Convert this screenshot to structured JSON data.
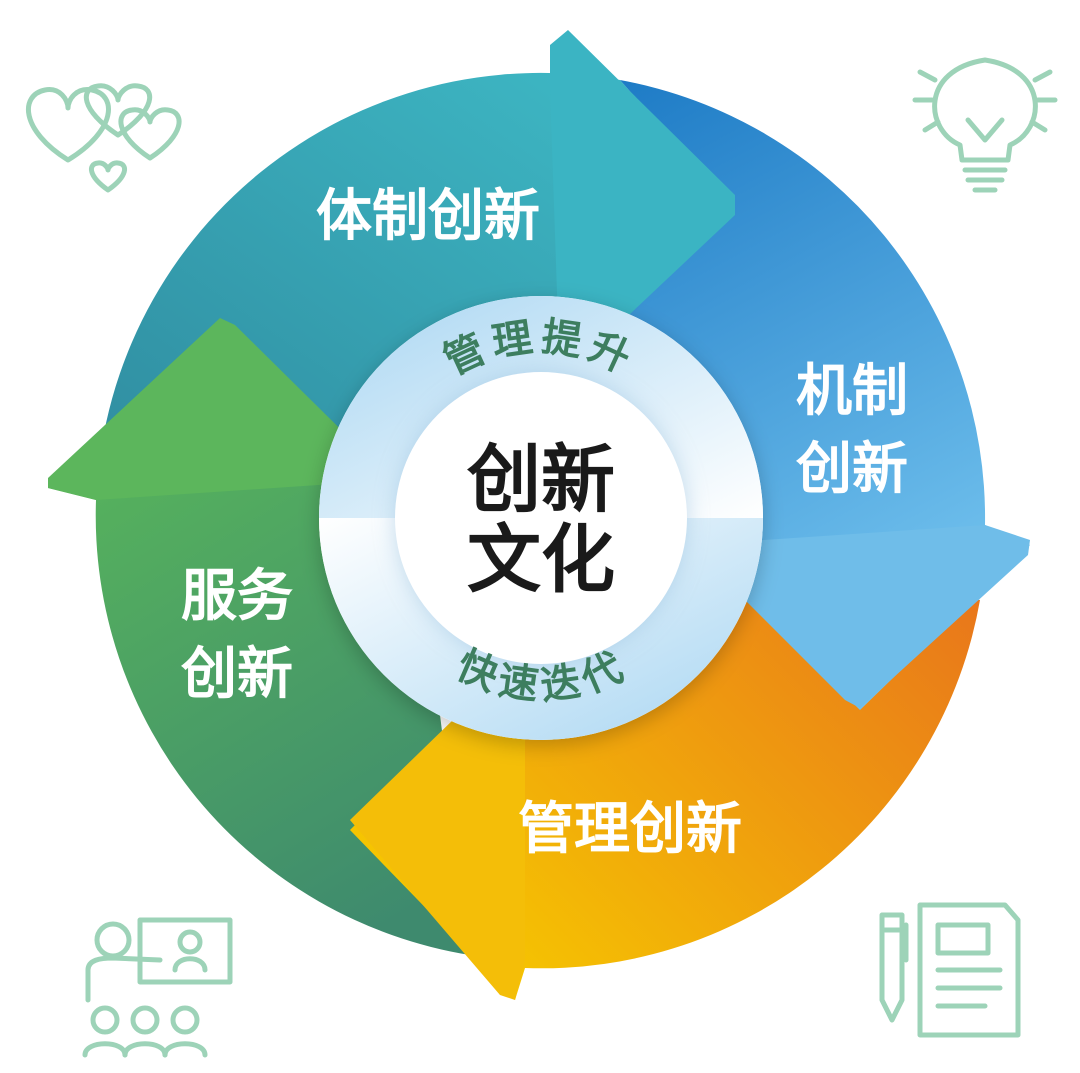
{
  "center": {
    "line1": "创新",
    "line2": "文化"
  },
  "ring": {
    "top": "管理提升",
    "bottom": "快速迭代"
  },
  "segments": {
    "system": {
      "label": "体制创新"
    },
    "mechanism": {
      "line1": "机制",
      "line2": "创新"
    },
    "management": {
      "label": "管理创新"
    },
    "service": {
      "line1": "服务",
      "line2": "创新"
    }
  },
  "colors": {
    "system": [
      "#2f8fa0",
      "#3fb6c4"
    ],
    "mechanism": [
      "#1f82c8",
      "#6fc0ef"
    ],
    "management": [
      "#f5c400",
      "#ea7a18"
    ],
    "service": [
      "#5cb85c",
      "#3f8f6a"
    ],
    "ring": "#bde0f5",
    "icon": "#9dd3b8"
  },
  "icons": [
    "hearts-icon",
    "lightbulb-icon",
    "presentation-icon",
    "document-pencil-icon"
  ]
}
